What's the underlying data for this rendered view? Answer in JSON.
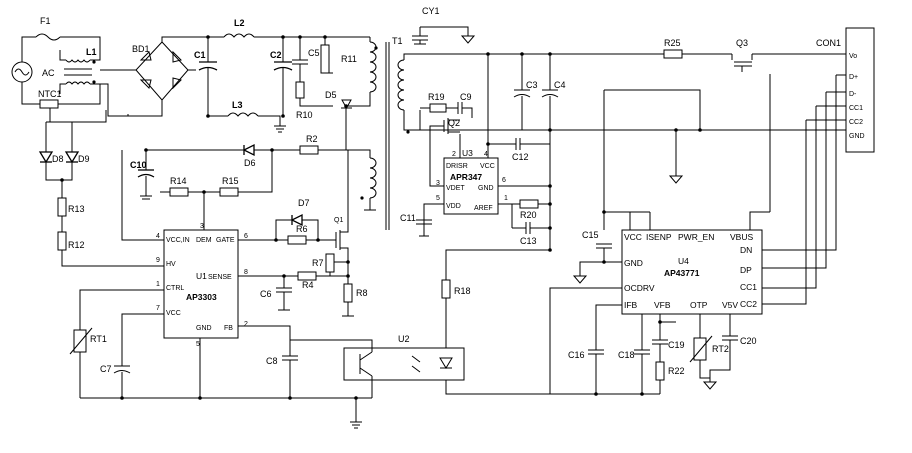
{
  "labels": {
    "F1": "F1",
    "L1": "L1",
    "AC": "AC",
    "NTC1": "NTC1",
    "BD1": "BD1",
    "C1": "C1",
    "L2": "L2",
    "L3": "L3",
    "C2": "C2",
    "C5": "C5",
    "R11": "R11",
    "R10": "R10",
    "D5": "D5",
    "T1": "T1",
    "CY1": "CY1",
    "R19": "R19",
    "C9": "C9",
    "Q2": "Q2",
    "C3": "C3",
    "C4": "C4",
    "C12": "C12",
    "R25": "R25",
    "Q3": "Q3",
    "CON1": "CON1",
    "D8": "D8",
    "D9": "D9",
    "R13": "R13",
    "R12": "R12",
    "C10": "C10",
    "D6": "D6",
    "R2": "R2",
    "R14": "R14",
    "R15": "R15",
    "D7": "D7",
    "R6": "R6",
    "Q1": "Q1",
    "R7": "R7",
    "R4": "R4",
    "R8": "R8",
    "C6": "C6",
    "RT1": "RT1",
    "C7": "C7",
    "C8": "C8",
    "U2": "U2",
    "R18": "R18",
    "C11": "C11",
    "R20": "R20",
    "C13": "C13",
    "C15": "C15",
    "C16": "C16",
    "C18": "C18",
    "C19": "C19",
    "R22": "R22",
    "RT2": "RT2",
    "C20": "C20"
  },
  "con1": {
    "pins": [
      "Vo",
      "D+",
      "D-",
      "CC1",
      "CC2",
      "GND"
    ]
  },
  "u1": {
    "name": "U1",
    "part": "AP3303",
    "pin_labels": {
      "vccin": "VCC,IN",
      "dem": "DEM",
      "gate": "GATE",
      "hv": "HV",
      "sense": "SENSE",
      "ctrl": "CTRL",
      "vcc": "VCC",
      "gnd": "GND",
      "fb": "FB"
    },
    "pin_numbers": {
      "vccin": "4",
      "dem": "3",
      "gate": "6",
      "hv": "9",
      "sense": "8",
      "ctrl": "1",
      "vcc": "7",
      "gnd": "5",
      "fb": "2"
    }
  },
  "u3": {
    "name": "U3",
    "part": "APR347",
    "pin_labels": {
      "drisr": "DRISR",
      "vcc": "VCC",
      "vdet": "VDET",
      "gnd": "GND",
      "vdd": "VDD",
      "aref": "AREF"
    },
    "pin_numbers": {
      "drisr": "2",
      "vcc": "4",
      "vdet": "3",
      "gnd": "6",
      "vdd": "5",
      "aref": "1"
    }
  },
  "u4": {
    "name": "U4",
    "part": "AP43771",
    "pin_labels": {
      "vcc": "VCC",
      "isenp": "ISENP",
      "pwr_en": "PWR_EN",
      "vbus": "VBUS",
      "gnd": "GND",
      "dn": "DN",
      "dp": "DP",
      "ocdrv": "OCDRV",
      "cc1": "CC1",
      "cc2": "CC2",
      "ifb": "IFB",
      "vfb": "VFB",
      "otp": "OTP",
      "v5v": "V5V"
    }
  }
}
